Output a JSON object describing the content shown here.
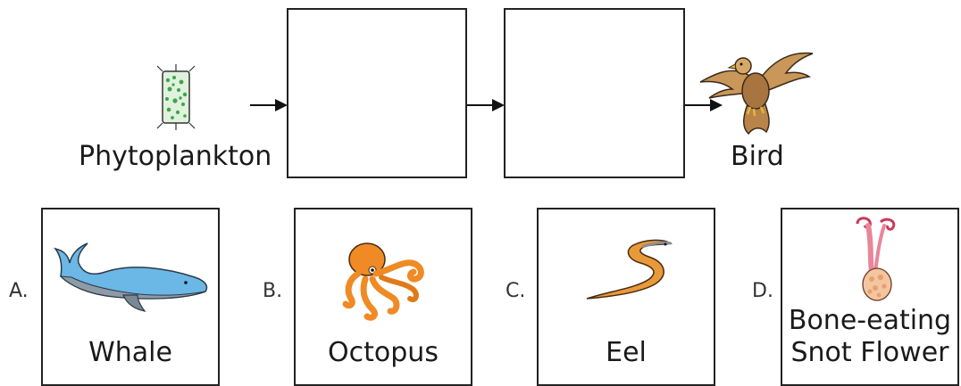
{
  "chain": {
    "start_label": "Phytoplankton",
    "end_label": "Bird"
  },
  "options": [
    {
      "letter": "A.",
      "name": "Whale",
      "icon": "whale-icon"
    },
    {
      "letter": "B.",
      "name": "Octopus",
      "icon": "octopus-icon"
    },
    {
      "letter": "C.",
      "name": "Eel",
      "icon": "eel-icon"
    },
    {
      "letter": "D.",
      "name": "Bone-eating Snot Flower",
      "name_line1": "Bone-eating",
      "name_line2": "Snot Flower",
      "icon": "snot-flower-icon"
    }
  ]
}
